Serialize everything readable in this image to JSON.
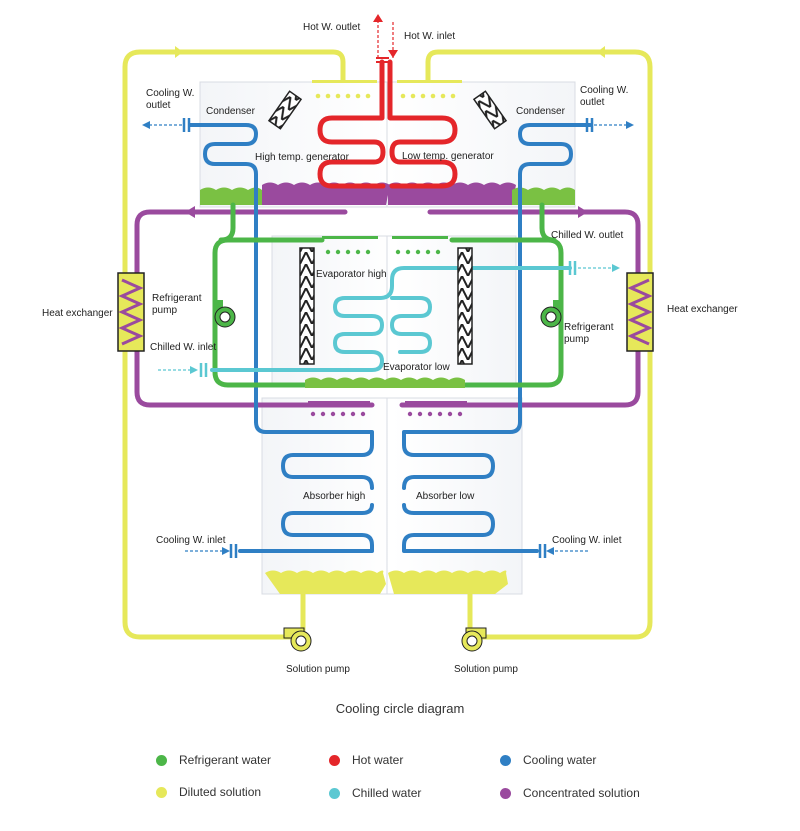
{
  "labels": {
    "hot_w_outlet": "Hot W. outlet",
    "hot_w_inlet": "Hot W. inlet",
    "cooling_w_outlet_left": "Cooling W.\noutlet",
    "cooling_w_outlet_right": "Cooling W.\noutlet",
    "condenser_left": "Condenser",
    "condenser_right": "Condenser",
    "high_temp_generator": "High temp. generator",
    "low_temp_generator": "Low temp. generator",
    "chilled_w_outlet": "Chilled W. outlet",
    "heat_exchanger_left": "Heat exchanger",
    "heat_exchanger_right": "Heat exchanger",
    "refrigerant_pump_left": "Refrigerant\npump",
    "refrigerant_pump_right": "Refrigerant\npump",
    "evaporator_high": "Evaporator high",
    "evaporator_low": "Evaporator low",
    "chilled_w_inlet": "Chilled W. inlet",
    "absorber_high": "Absorber high",
    "absorber_low": "Absorber low",
    "cooling_w_inlet_left": "Cooling W. inlet",
    "cooling_w_inlet_right": "Cooling W. inlet",
    "solution_pump_left": "Solution pump",
    "solution_pump_right": "Solution pump"
  },
  "caption": "Cooling circle diagram",
  "legend": [
    {
      "label": "Refrigerant water",
      "color": "#4cb648"
    },
    {
      "label": "Hot water",
      "color": "#e4262a"
    },
    {
      "label": "Cooling water",
      "color": "#2f7fc4"
    },
    {
      "label": "Diluted solution",
      "color": "#e6e85a"
    },
    {
      "label": "Chilled water",
      "color": "#5bc8d2"
    },
    {
      "label": "Concentrated solution",
      "color": "#9a4a9e"
    }
  ],
  "colors": {
    "refrigerant": "#4cb648",
    "hot": "#e4262a",
    "cooling": "#2f7fc4",
    "diluted": "#e6e85a",
    "chilled": "#5bc8d2",
    "concentrated": "#9a4a9e"
  }
}
